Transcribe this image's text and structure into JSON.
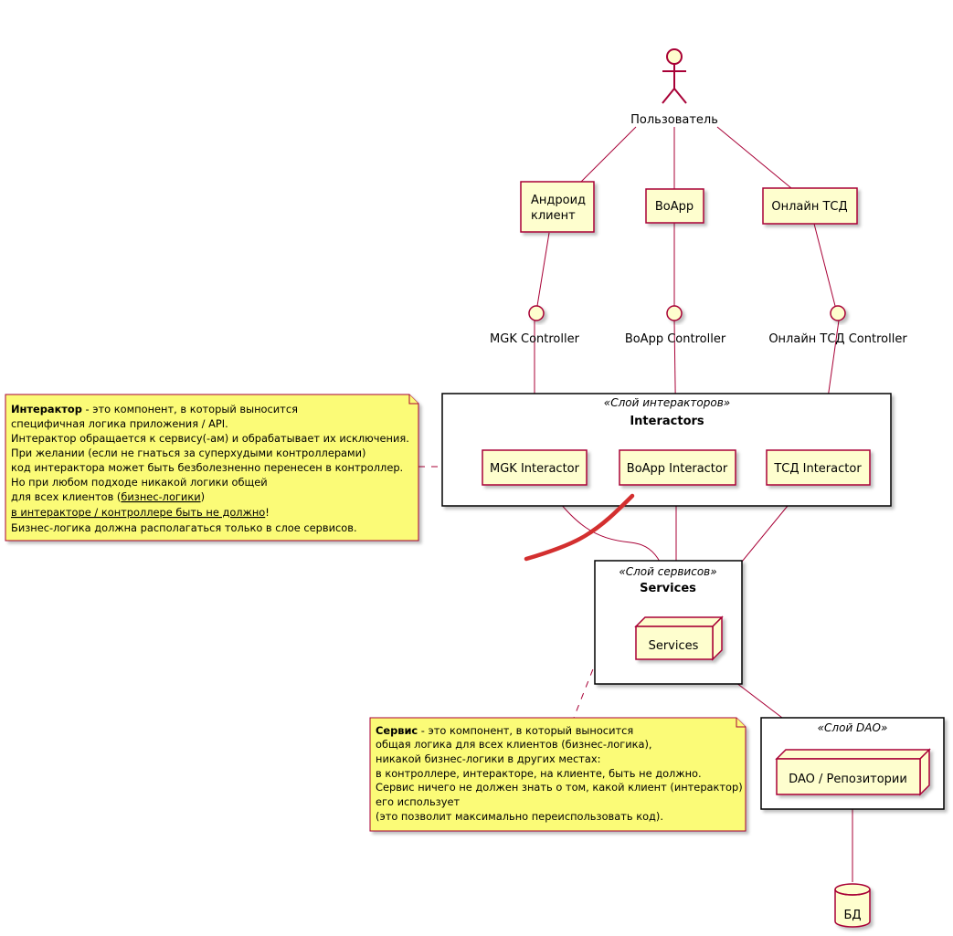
{
  "actor": {
    "label": "Пользователь"
  },
  "clients": {
    "android": [
      "Андроид",
      "клиент"
    ],
    "boapp": "BoApp",
    "tsd": "Онлайн ТСД"
  },
  "interfaces": {
    "mgk": "MGK Controller",
    "boapp": "BoApp Controller",
    "tsd": "Онлайн ТСД Controller"
  },
  "packages": {
    "interactors": {
      "stereotype": "«Слой интеракторов»",
      "title": "Interactors"
    },
    "services": {
      "stereotype": "«Слой сервисов»",
      "title": "Services"
    },
    "dao": {
      "stereotype": "«Слой DAO»",
      "title": ""
    }
  },
  "components": {
    "mgk_interactor": "MGK Interactor",
    "boapp_interactor": "BoApp Interactor",
    "tsd_interactor": "ТСД Interactor",
    "services_node": "Services",
    "dao_node": "DAO / Репозитории",
    "database": "БД"
  },
  "notes": {
    "interactor": {
      "l1_bold": "Интерактор",
      "l1_rest": " - это компонент, в который выносится",
      "l2": "специфичная логика приложения / API.",
      "l3": "Интерактор обращается к сервису(-ам) и обрабатывает их исключения.",
      "l4": "При желании (если не гнаться за суперхудыми контроллерами)",
      "l5": "код интерактора может быть безболезненно перенесен в контроллер.",
      "l6": "Но при любом подходе никакой логики общей",
      "l7_a": "для всех клиентов (",
      "l7_b": "бизнес-логики",
      "l7_c": ")",
      "l8_a": "в интеракторе / контроллере быть не должно",
      "l8_b": "!",
      "l9": "Бизнес-логика должна располагаться только в слое сервисов."
    },
    "service": {
      "l1_bold": "Сервис",
      "l1_rest": " - это компонент, в который выносится",
      "l2": "общая логика для всех клиентов (бизнес-логика),",
      "l3": "никакой бизнес-логики в других местах:",
      "l4": "в контроллере, интеракторе, на клиенте, быть не должно.",
      "l5": "Сервис ничего не должен знать о том, какой клиент (интерактор)",
      "l6": "его использует",
      "l7": "(это позволит максимально переиспользовать код)."
    }
  },
  "colors": {
    "line": "#A80036",
    "element_fill": "#FEFECE",
    "note_fill": "#FBFB77",
    "strike": "#d32f2f"
  }
}
